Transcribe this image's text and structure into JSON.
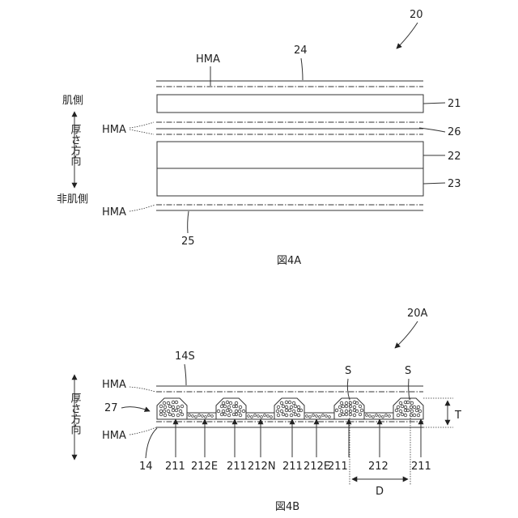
{
  "fig_a": {
    "ref": "20",
    "label_hma_top": "HMA",
    "label_24": "24",
    "skin_side": "肌側",
    "thickness_direction": "厚さ方向",
    "non_skin_side": "非肌側",
    "label_hma_mid": "HMA",
    "label_21": "21",
    "label_26": "26",
    "label_22": "22",
    "label_23": "23",
    "label_hma_bottom": "HMA",
    "label_25": "25",
    "caption": "図4A"
  },
  "fig_b": {
    "ref": "20A",
    "label_14S": "14S",
    "label_hma_top": "HMA",
    "thickness_direction": "厚さ方向",
    "label_27": "27",
    "label_hma_bottom": "HMA",
    "label_14": "14",
    "label_S1": "S",
    "label_S2": "S",
    "label_T": "T",
    "label_D": "D",
    "bottom_labels": [
      "211",
      "212E",
      "211",
      "212N",
      "211",
      "212E",
      "211",
      "212",
      "211"
    ],
    "caption": "図4B"
  }
}
